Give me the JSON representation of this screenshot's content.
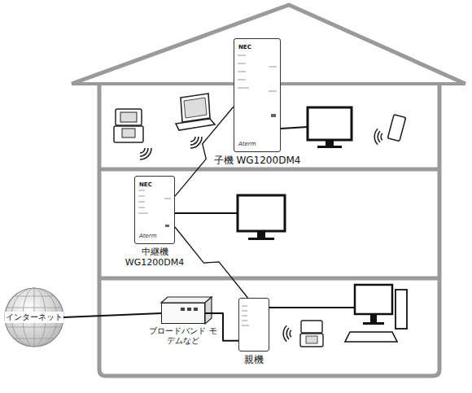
{
  "diagram": {
    "nodes": [
      {
        "text": [
          "NEC",
          "Aterm",
          "子機 WG1200DM4"
        ]
      },
      {
        "text": [
          "NEC",
          "Aterm",
          "中継機 WG1200DM4"
        ]
      },
      {
        "text": [
          "インターネット"
        ]
      },
      {
        "text": [
          "ブロードバンド モデムなど"
        ]
      },
      {
        "text": [
          "親機"
        ]
      }
    ],
    "edges": [
      {
        "from": 0,
        "to": 1,
        "arrow": "none"
      },
      {
        "from": 1,
        "to": 4,
        "arrow": "none"
      },
      {
        "from": 2,
        "to": 3,
        "arrow": "none"
      },
      {
        "from": 3,
        "to": 4,
        "arrow": "none"
      }
    ]
  }
}
